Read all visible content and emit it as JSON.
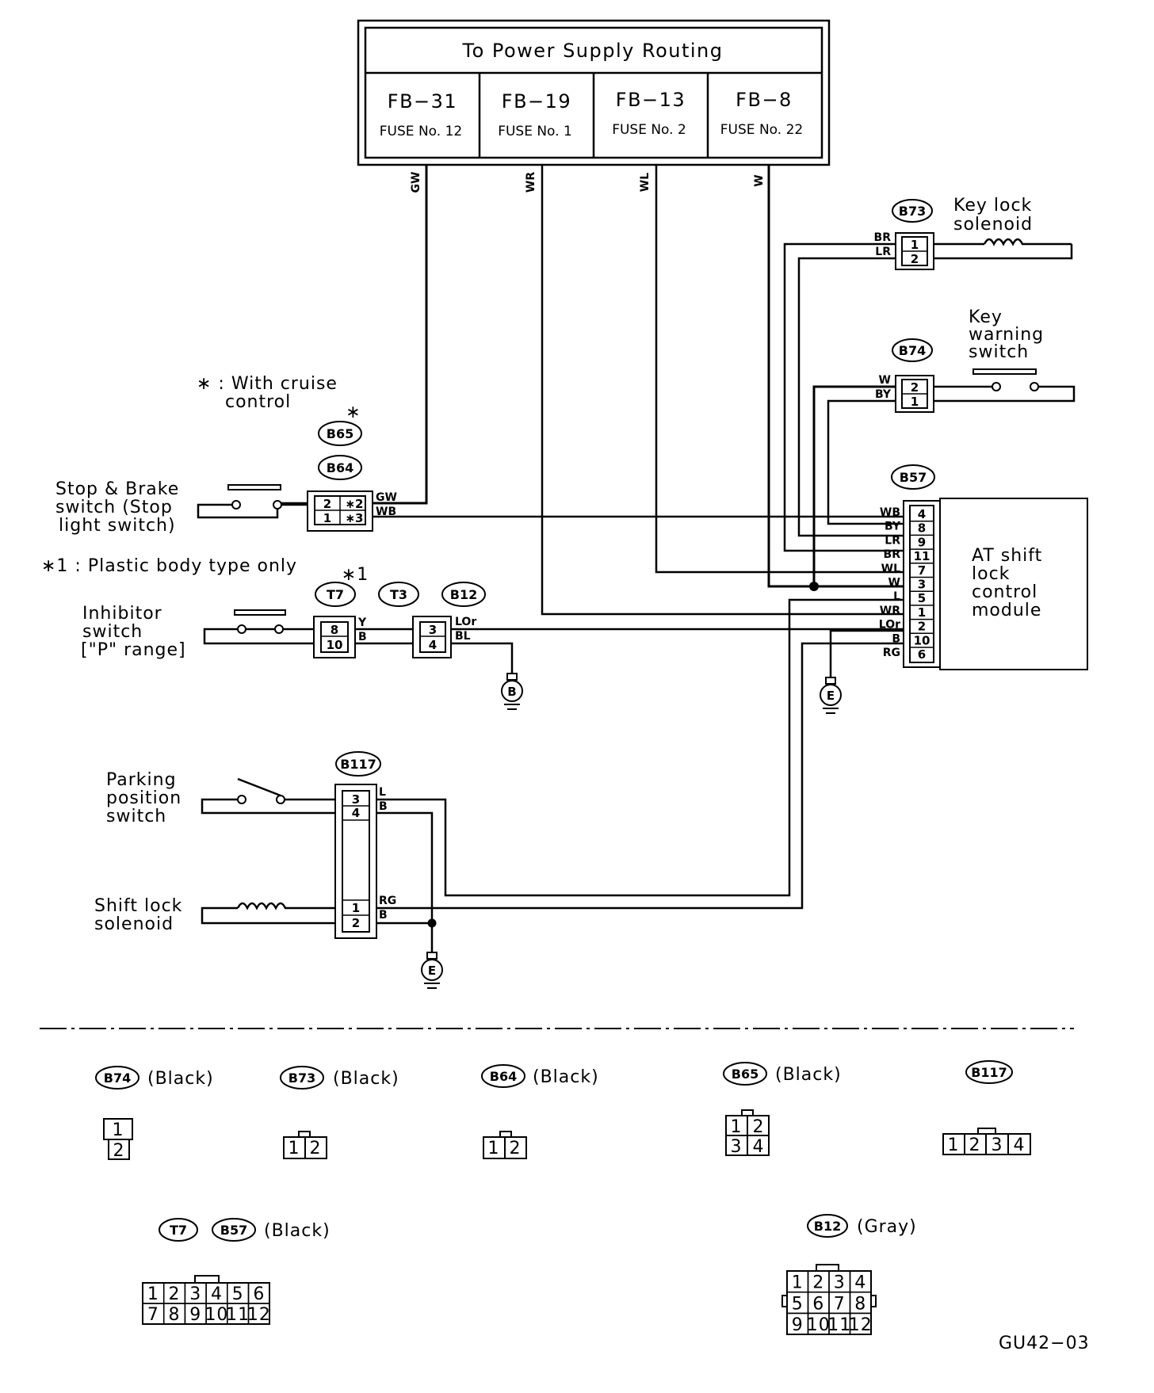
{
  "power": {
    "title": "To Power Supply Routing",
    "fuses": [
      {
        "fb": "FB−31",
        "fuse": "FUSE No. 12",
        "wire": "GW"
      },
      {
        "fb": "FB−19",
        "fuse": "FUSE No. 1",
        "wire": "WR"
      },
      {
        "fb": "FB−13",
        "fuse": "FUSE No. 2",
        "wire": "WL"
      },
      {
        "fb": "FB−8",
        "fuse": "FUSE No. 22",
        "wire": "W"
      }
    ]
  },
  "notes": {
    "cruise": "∗ : With cruise",
    "cruise2": "control",
    "plastic": "∗1 : Plastic body type only",
    "star": "∗",
    "star1": "∗1"
  },
  "components": {
    "key_lock": [
      "Key lock",
      "solenoid"
    ],
    "key_warning": [
      "Key",
      "warning",
      "switch"
    ],
    "stop_brake": [
      "Stop & Brake",
      "switch (Stop",
      "light switch)"
    ],
    "inhibitor": [
      "Inhibitor",
      "switch",
      "[\"P\" range]"
    ],
    "parking": [
      "Parking",
      "position",
      "switch"
    ],
    "shift_lock": [
      "Shift lock",
      "solenoid"
    ],
    "module": [
      "AT shift",
      "lock",
      "control",
      "module"
    ]
  },
  "connectors": {
    "b73": {
      "id": "B73",
      "wires": [
        "BR",
        "LR"
      ],
      "pins": [
        "1",
        "2"
      ]
    },
    "b74": {
      "id": "B74",
      "wires": [
        "W",
        "BY"
      ],
      "pins": [
        "2",
        "1"
      ]
    },
    "b65": {
      "id": "B65"
    },
    "b64": {
      "id": "B64",
      "left_pins": [
        "2",
        "1"
      ],
      "right_pins": [
        "∗2",
        "∗3"
      ],
      "wires": [
        "GW",
        "WB"
      ]
    },
    "t7": {
      "id": "T7",
      "pins": [
        "8",
        "10"
      ],
      "wires": [
        "Y",
        "B"
      ]
    },
    "t3": {
      "id": "T3"
    },
    "b12": {
      "id": "B12",
      "pins": [
        "3",
        "4"
      ],
      "wires": [
        "LOr",
        "BL"
      ]
    },
    "b117": {
      "id": "B117",
      "pins": [
        "3",
        "4",
        "1",
        "2"
      ],
      "wires": [
        "L",
        "B",
        "RG",
        "B"
      ]
    },
    "b57": {
      "id": "B57",
      "wires": [
        "WB",
        "BY",
        "LR",
        "BR",
        "WL",
        "W",
        "L",
        "WR",
        "LOr",
        "B",
        "RG"
      ],
      "pins": [
        "4",
        "8",
        "9",
        "11",
        "7",
        "3",
        "5",
        "1",
        "2",
        "10",
        "6"
      ]
    },
    "ground_b": "B",
    "ground_e": "E"
  },
  "legend": {
    "b74": {
      "id": "B74",
      "color": "(Black)",
      "pins": [
        "1",
        "2"
      ]
    },
    "b73": {
      "id": "B73",
      "color": "(Black)",
      "pins": [
        "1",
        "2"
      ]
    },
    "b64": {
      "id": "B64",
      "color": "(Black)",
      "pins": [
        "1",
        "2"
      ]
    },
    "b65": {
      "id": "B65",
      "color": "(Black)",
      "pins": [
        "1",
        "2",
        "3",
        "4"
      ]
    },
    "b117": {
      "id": "B117",
      "pins": [
        "1",
        "2",
        "3",
        "4"
      ]
    },
    "t7": {
      "id": "T7"
    },
    "b57": {
      "id": "B57",
      "color": "(Black)",
      "pins": [
        "1",
        "2",
        "3",
        "4",
        "5",
        "6",
        "7",
        "8",
        "9",
        "10",
        "11",
        "12"
      ]
    },
    "b12": {
      "id": "B12",
      "color": "(Gray)",
      "pins": [
        "1",
        "2",
        "3",
        "4",
        "5",
        "6",
        "7",
        "8",
        "9",
        "10",
        "11",
        "12"
      ]
    }
  },
  "figure_code": "GU42−03"
}
